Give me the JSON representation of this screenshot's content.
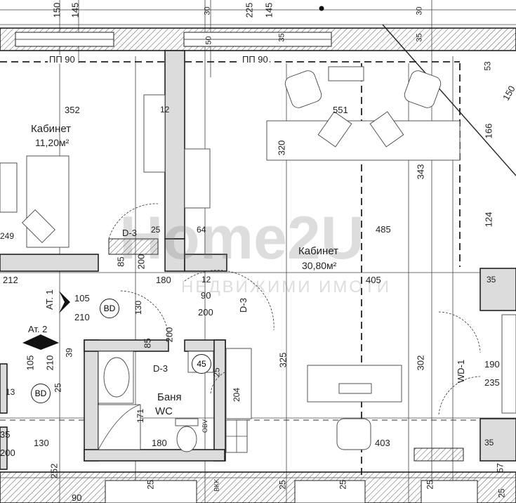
{
  "rooms": {
    "office_left": {
      "name": "Кабинет",
      "area": "11,20м²"
    },
    "office_main": {
      "name": "Кабинет",
      "area": "30,80м²"
    },
    "bath": {
      "name": "Баня",
      "sub": "WC"
    }
  },
  "headings": {
    "pp_left": "ПП 90",
    "pp_right": "ПП 90"
  },
  "door_tags": {
    "d3_a": "D-3",
    "d3_b": "D-3",
    "d3_c": "D-3",
    "wd1": "WD-1"
  },
  "circles": {
    "bd_a": "BD",
    "bd_b": "BD",
    "c45": "45"
  },
  "axes": {
    "at1": "AT. 1",
    "at2": "Ат. 2"
  },
  "watermark": {
    "brand": "Home2U",
    "tag": "НЕДВИЖИМИ ИМОТИ"
  },
  "fixtures": {
    "bkk": "BKK",
    "obv": "OBV"
  },
  "dims": {
    "t150": "150",
    "t145a": "145",
    "t30a": "30",
    "t225": "225",
    "t145b": "145",
    "t30b": "30",
    "t50": "50",
    "t35a": "35",
    "t35b": "35",
    "d352": "352",
    "d12a": "12",
    "d551": "551",
    "d320": "320",
    "d343": "343",
    "d53": "53",
    "d150r": "150",
    "d166": "166",
    "d124": "124",
    "d249": "249",
    "d25a": "25",
    "d64": "64",
    "d485": "485",
    "d85a": "85",
    "d200a": "200",
    "d212": "212",
    "d180a": "180",
    "d12b": "12",
    "d90a": "90",
    "d200b": "200",
    "d405": "405",
    "d35c": "35",
    "d105a": "105",
    "d210a": "210",
    "d130a": "130",
    "d85b": "85",
    "d200c": "200",
    "d39": "39",
    "d105b": "105",
    "d210b": "210",
    "d25b": "25",
    "d13": "13",
    "d325": "325",
    "d302": "302",
    "d190": "190",
    "d235": "235",
    "d204": "204",
    "d171": "171",
    "d35d": "35",
    "d200d": "200",
    "d130b": "130",
    "d180b": "180",
    "d403": "403",
    "d35e": "35",
    "d252": "252",
    "d25c": "25",
    "d25d": "25",
    "d25e": "25",
    "d25f": "25",
    "d25g": "25",
    "d90b": "90",
    "d57": "57",
    "d25h": "25"
  }
}
